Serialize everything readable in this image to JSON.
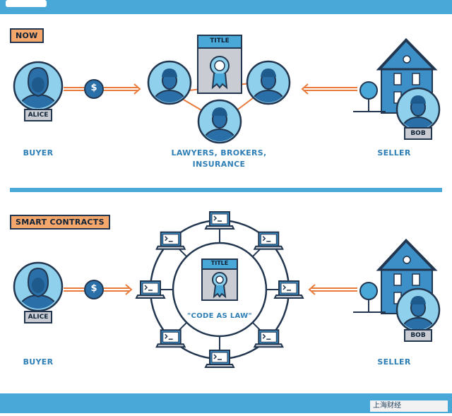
{
  "sections": {
    "now": {
      "tag": "NOW",
      "buyer_name": "ALICE",
      "seller_name": "BOB",
      "buyer_label": "BUYER",
      "seller_label": "SELLER",
      "middle_label_line1": "LAWYERS, BROKERS,",
      "middle_label_line2": "INSURANCE",
      "title_doc": "TITLE",
      "currency_symbol": "$"
    },
    "smart": {
      "tag": "SMART CONTRACTS",
      "buyer_name": "ALICE",
      "seller_name": "BOB",
      "buyer_label": "BUYER",
      "seller_label": "SELLER",
      "title_doc": "TITLE",
      "center_caption": "\"CODE AS LAW\"",
      "currency_symbol": "$"
    }
  },
  "watermark": "上海财经",
  "colors": {
    "bar_blue": "#4aa8d8",
    "navy": "#22364f",
    "person_bg": "#8fd0ec",
    "person_fill": "#2a6fa8",
    "orange": "#e87a3c",
    "tag_orange": "#f4a66b",
    "house_blue": "#3d8fc8",
    "tree_blue": "#4aa8d8",
    "doc_gray": "#c9cdd3",
    "monitor": "#3d8fc8"
  },
  "icons": [
    "person-icon",
    "dollar-coin-icon",
    "title-document-icon",
    "house-icon",
    "tree-icon",
    "laptop-icon",
    "arrow-icon"
  ]
}
